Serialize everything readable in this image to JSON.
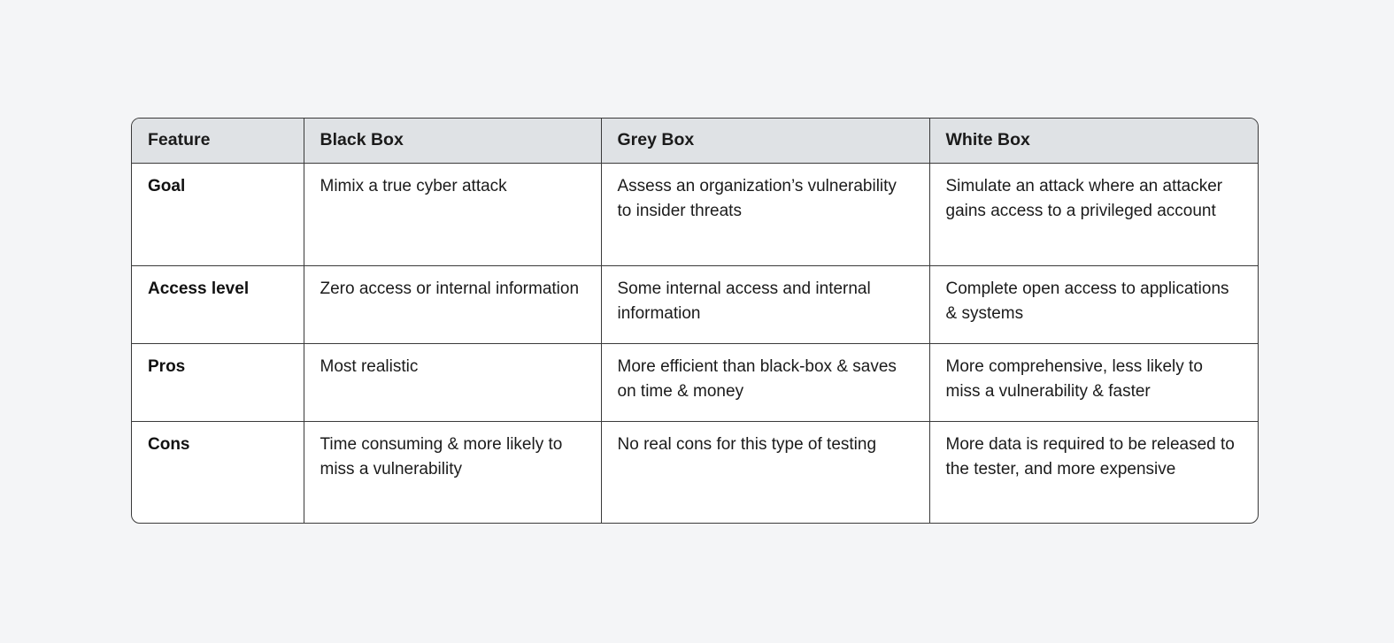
{
  "colors": {
    "page_background": "#f4f5f7",
    "table_background": "#ffffff",
    "header_background": "#dfe2e5",
    "border": "#3a3a3a",
    "text": "#1b1b1b"
  },
  "table": {
    "headers": [
      "Feature",
      "Black Box",
      "Grey Box",
      "White Box"
    ],
    "rows": [
      {
        "feature": "Goal",
        "cells": [
          "Mimix a true cyber attack",
          "Assess an organization’s vulnerability to insider threats",
          "Simulate an attack where an attacker gains access to a privileged account"
        ]
      },
      {
        "feature": "Access level",
        "cells": [
          "Zero access or internal information",
          "Some internal access and internal information",
          "Complete open access to applications & systems"
        ]
      },
      {
        "feature": "Pros",
        "cells": [
          "Most realistic",
          "More efficient than black-box & saves on time & money",
          "More comprehensive, less likely to miss a vulnerability & faster"
        ]
      },
      {
        "feature": "Cons",
        "cells": [
          "Time consuming & more likely to miss a vulnerability",
          "No real cons for this type of testing",
          "More data is required to be released to the tester, and more expensive"
        ]
      }
    ]
  },
  "chart_data": {
    "type": "table",
    "columns": [
      "Feature",
      "Black Box",
      "Grey Box",
      "White Box"
    ],
    "rows": [
      [
        "Goal",
        "Mimix a true cyber attack",
        "Assess an organization’s vulnerability to insider threats",
        "Simulate an attack where an attacker gains access to a privileged account"
      ],
      [
        "Access level",
        "Zero access or internal information",
        "Some internal access and internal information",
        "Complete open access to applications & systems"
      ],
      [
        "Pros",
        "Most realistic",
        "More efficient than black-box & saves on time & money",
        "More comprehensive, less likely to miss a vulnerability & faster"
      ],
      [
        "Cons",
        "Time consuming & more likely to miss a vulnerability",
        "No real cons for this type of testing",
        "More data is required to be released to the tester, and more expensive"
      ]
    ],
    "title": "",
    "layout": {
      "grid": "on",
      "header_row": true,
      "row_label_column": true
    }
  }
}
